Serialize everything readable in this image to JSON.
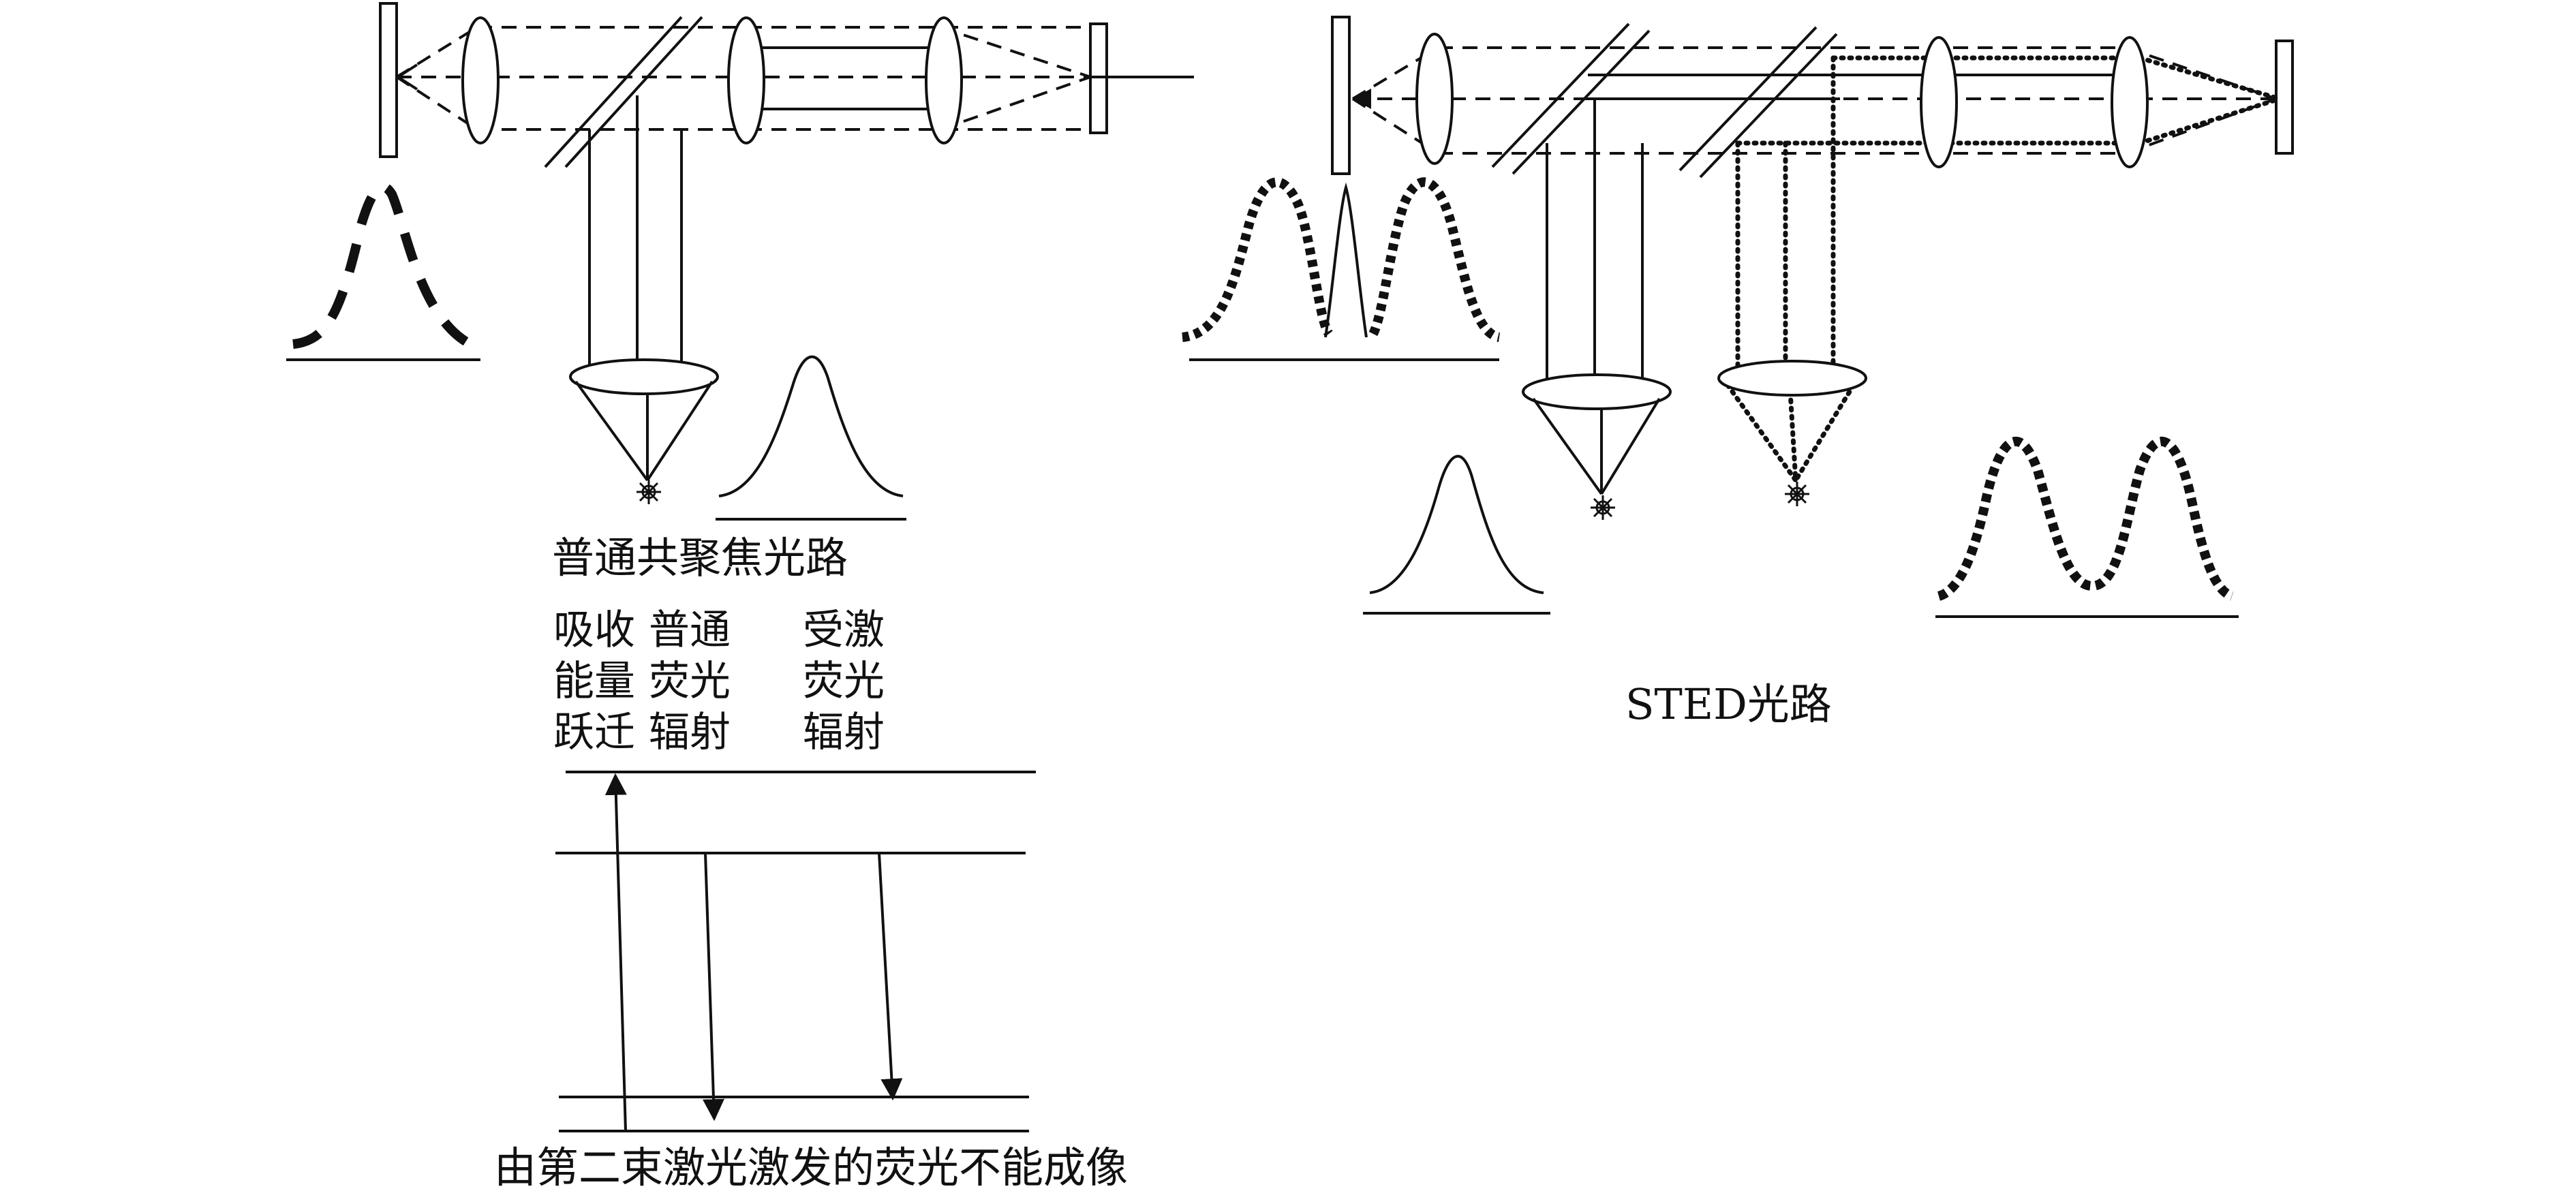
{
  "confocal": {
    "title": "普通共聚焦光路"
  },
  "sted": {
    "title": "STED光路"
  },
  "energy": {
    "absorb": [
      "吸收",
      "能量",
      "跃迁"
    ],
    "normal_fluor": [
      "普通",
      "荧光",
      "辐射"
    ],
    "stimulated": [
      "受激",
      "荧光",
      "辐射"
    ],
    "caption": "由第二束激光激发的荧光不能成像"
  },
  "colors": {
    "ink": "#111111",
    "background": "#ffffff"
  }
}
